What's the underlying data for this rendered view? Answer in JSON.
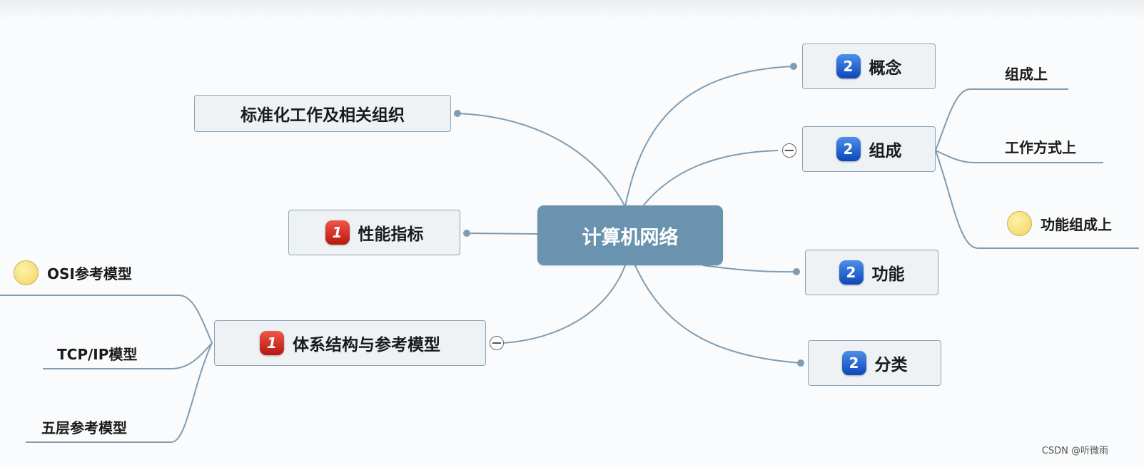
{
  "central": "计算机网络",
  "left_nodes": {
    "standards": {
      "label": "标准化工作及相关组织"
    },
    "performance": {
      "label": "性能指标",
      "badge": "1"
    },
    "architecture": {
      "label": "体系结构与参考模型",
      "badge": "1"
    }
  },
  "architecture_children": [
    "OSI参考模型",
    "TCP/IP模型",
    "五层参考模型"
  ],
  "right_nodes": {
    "concept": {
      "label": "概念",
      "badge": "2"
    },
    "composition": {
      "label": "组成",
      "badge": "2"
    },
    "function": {
      "label": "功能",
      "badge": "2"
    },
    "classification": {
      "label": "分类",
      "badge": "2"
    }
  },
  "composition_children": [
    "组成上",
    "工作方式上",
    "功能组成上"
  ],
  "watermark": "CSDN @听微雨",
  "colors": {
    "central_bg": "#6a93b0",
    "node_bg": "#eef2f5",
    "node_border": "#8aa3b6",
    "link": "#7f9cb3"
  }
}
